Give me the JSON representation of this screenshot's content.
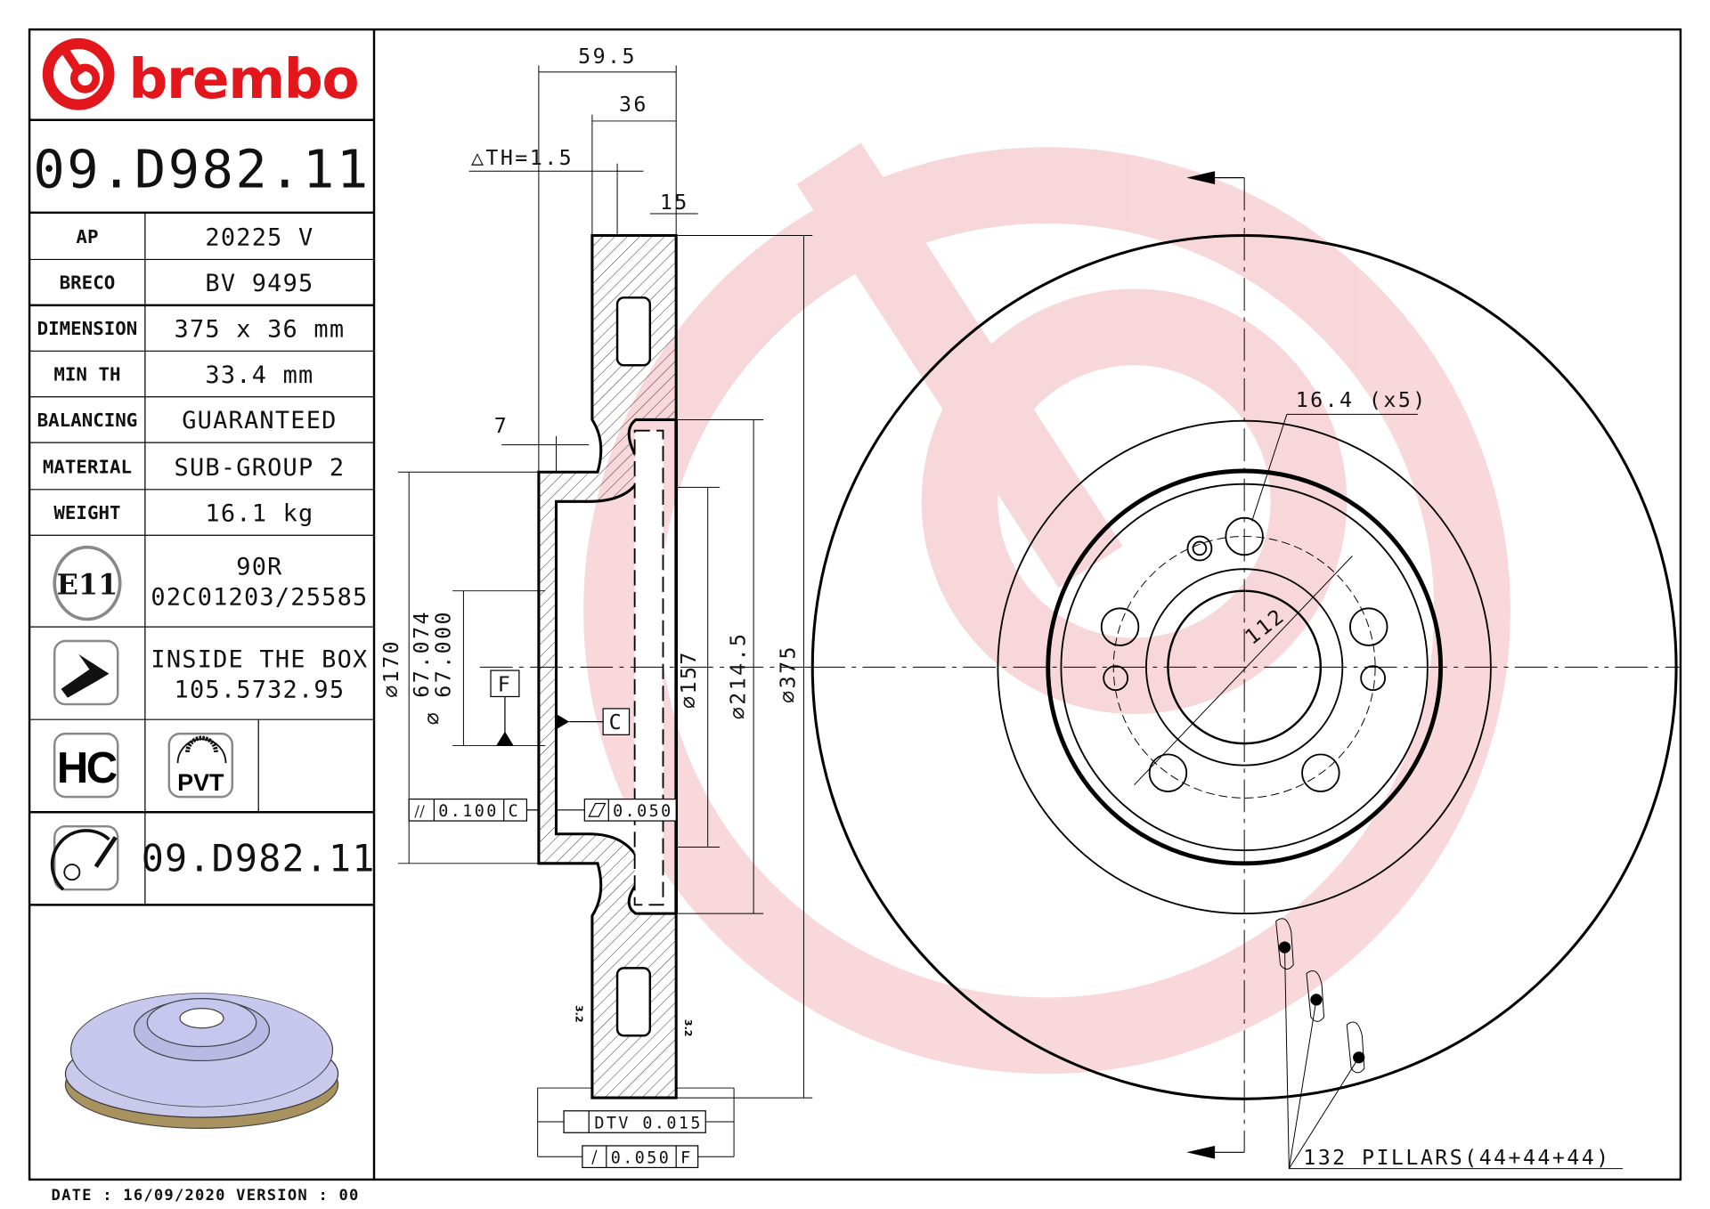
{
  "brand": {
    "name": "brembo",
    "color": "#e3161b",
    "watermark_color": "#f6c9cc"
  },
  "part_number": "09.D982.11",
  "specs": [
    {
      "label": "AP",
      "value": "20225 V"
    },
    {
      "label": "BRECO",
      "value": "BV 9495"
    },
    {
      "label": "DIMENSION",
      "value": "375 x 36 mm"
    },
    {
      "label": "MIN TH",
      "value": "33.4 mm"
    },
    {
      "label": "BALANCING",
      "value": "GUARANTEED"
    },
    {
      "label": "MATERIAL",
      "value": "SUB-GROUP 2"
    },
    {
      "label": "WEIGHT",
      "value": "16.1 kg"
    }
  ],
  "approval": {
    "badge": "E11",
    "line1": "90R",
    "line2": "02C01203/25585"
  },
  "inside_box": {
    "icon": "screw-icon",
    "line1": "INSIDE THE BOX",
    "line2": "105.5732.95"
  },
  "badges": {
    "hc": "HC",
    "pvt": "PVT"
  },
  "engraving": {
    "icon": "engraving-icon",
    "part_number": "09.D982.11"
  },
  "footer": {
    "date_text": "DATE : 16/09/2020 VERSION : 00"
  },
  "drawing": {
    "dim_overall_width": "59.5",
    "dim_thickness": "36",
    "dim_th_tolerance": "△TH=1.5",
    "dim_15": "15",
    "dim_7": "7",
    "dim_d170": "⌀170",
    "dim_d67_upper": "67.074",
    "dim_d67_lower": "67.000",
    "dim_d67_sym": "⌀",
    "datum_f": "F",
    "datum_c": "C",
    "dim_d157": "⌀157",
    "dim_d214": "⌀214.5",
    "dim_d375": "⌀375",
    "parallelism_value": "0.100",
    "parallelism_datum": "C",
    "flatness_value": "0.050",
    "dtv": "DTV 0.015",
    "runout_value": "0.050",
    "runout_datum": "F",
    "roughness_left": "3.2",
    "roughness_right": "3.2",
    "bolt_hole": "16.4 (x5)",
    "pcd": "112",
    "pillars": "132 PILLARS(44+44+44)"
  }
}
